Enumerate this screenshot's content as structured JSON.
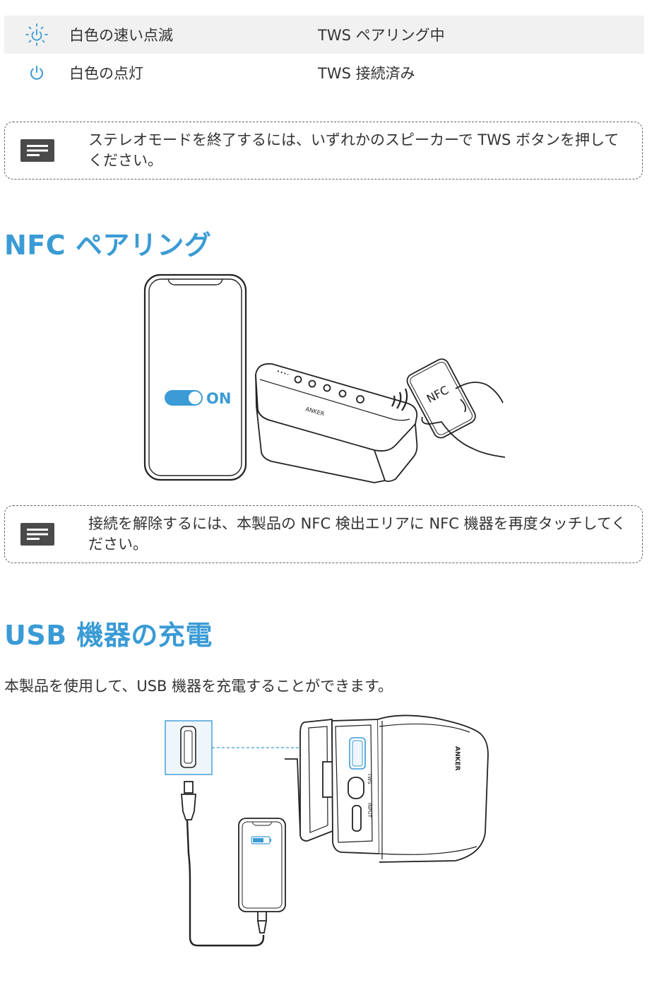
{
  "status_table": {
    "rows": [
      {
        "led": "白色の速い点滅",
        "state": "TWS ペアリング中",
        "icon": "blinking-power-icon"
      },
      {
        "led": "白色の点灯",
        "state": "TWS 接続済み",
        "icon": "power-icon"
      }
    ]
  },
  "note_tws": {
    "text": "ステレオモードを終了するには、いずれかのスピーカーで TWS ボタンを押してください。",
    "icon": "note-icon"
  },
  "nfc_section": {
    "heading": "NFC ペアリング",
    "figure": {
      "toggle_label": "ON",
      "speaker_brand": "ANKER",
      "tag_label": "NFC"
    }
  },
  "note_nfc": {
    "text": "接続を解除するには、本製品の NFC 検出エリアに NFC 機器を再度タッチしてください。",
    "icon": "note-icon"
  },
  "usb_section": {
    "heading": "USB 機器の充電",
    "body": "本製品を使用して、USB 機器を充電することができます。",
    "figure": {
      "port_label_tws": "TWS",
      "port_label_input": "INPUT",
      "speaker_brand": "ANKER"
    }
  },
  "colors": {
    "accent": "#3a9bd5",
    "row_shade": "#f1f1f1",
    "note_icon": "#4a4a4a"
  }
}
